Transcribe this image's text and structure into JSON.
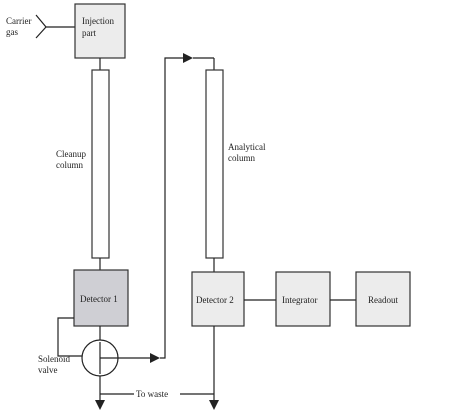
{
  "inputs": {
    "carrier_gas": [
      "Carrier",
      "gas"
    ]
  },
  "boxes": {
    "injection_port": [
      "Injection",
      "part"
    ],
    "detector_1": "Detector 1",
    "detector_2": "Detector 2",
    "integrator": "Integrator",
    "readout": "Readout"
  },
  "columns": {
    "cleanup": [
      "Cleanup",
      "column"
    ],
    "analytical": [
      "Analytical",
      "column"
    ]
  },
  "valve": [
    "Solenoid",
    "valve"
  ],
  "waste": "To waste",
  "colors": {
    "line": "#222222",
    "box_fill": "#ececec",
    "detector_1_fill": "#cfcfd4"
  }
}
